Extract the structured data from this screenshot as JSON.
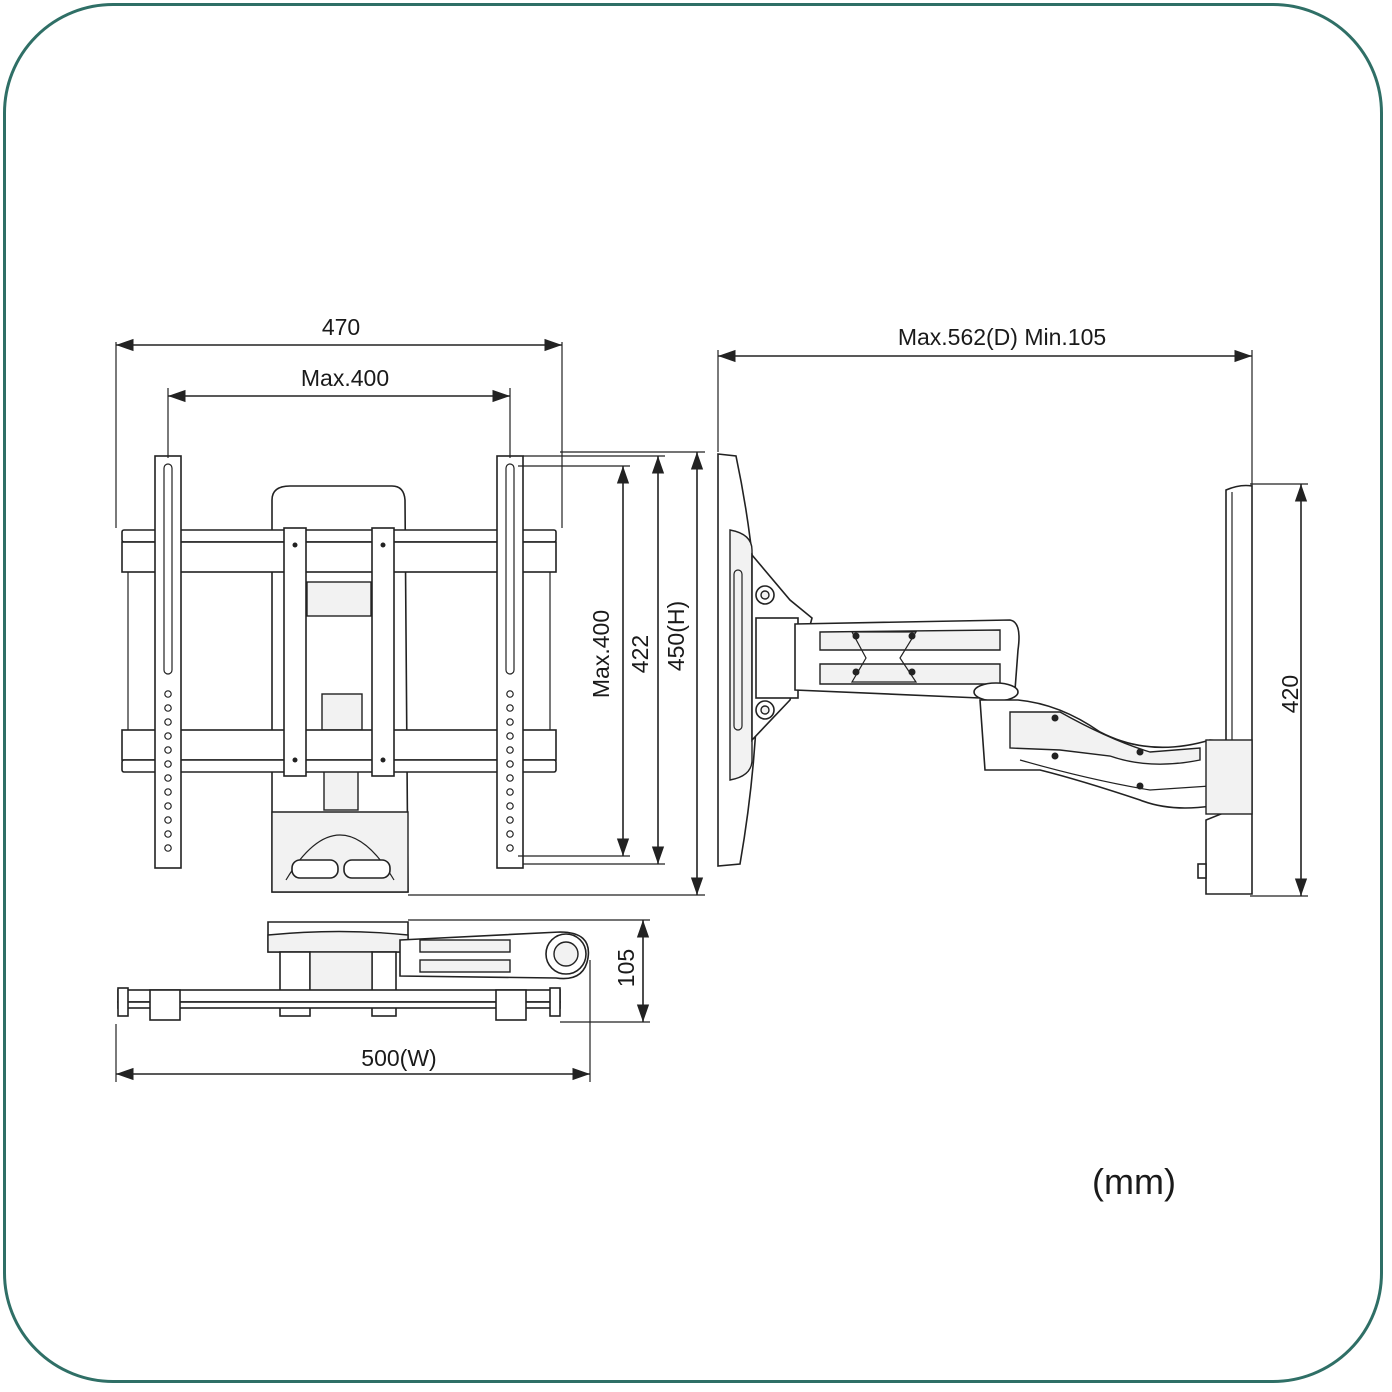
{
  "dimensions": {
    "front_width": "470",
    "front_vesa_width": "Max.400",
    "front_vesa_height": "Max.400",
    "front_height_422": "422",
    "front_height_450": "450(H)",
    "side_depth": "Max.562(D) Min.105",
    "side_height": "420",
    "top_depth": "105",
    "top_width": "500(W)"
  },
  "unit": "(mm)",
  "colors": {
    "frame_border": "#2f6f66",
    "line": "#222222"
  }
}
